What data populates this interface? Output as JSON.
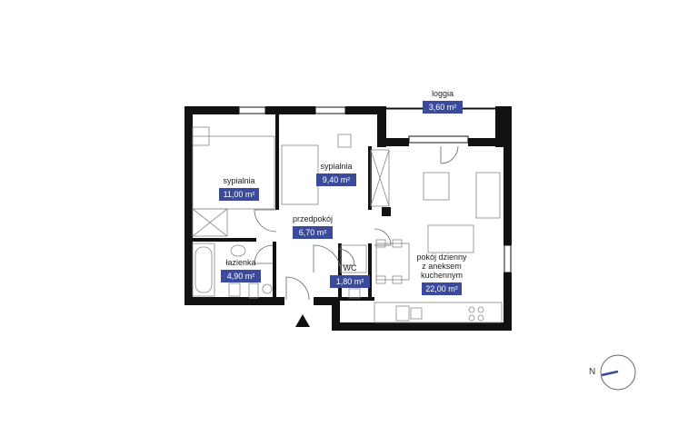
{
  "rooms": {
    "bedroom1": {
      "name": "sypialnia",
      "area": "11,00 m²"
    },
    "bedroom2": {
      "name": "sypialnia",
      "area": "9,40 m²"
    },
    "hallway": {
      "name": "przedpokój",
      "area": "6,70 m²"
    },
    "bathroom": {
      "name": "łazienka",
      "area": "4,90 m²"
    },
    "wc": {
      "name": "WC",
      "area": "1,80 m²"
    },
    "living": {
      "name_line1": "pokój dzienny",
      "name_line2": "z aneksem",
      "name_line3": "kuchennym",
      "area": "22,00 m²"
    },
    "loggia": {
      "name": "loggia",
      "area": "3,60 m²"
    }
  },
  "compass": {
    "letter": "N"
  },
  "colors": {
    "wall": "#111111",
    "badge": "#3a4a9c",
    "furniture": "#888888"
  }
}
